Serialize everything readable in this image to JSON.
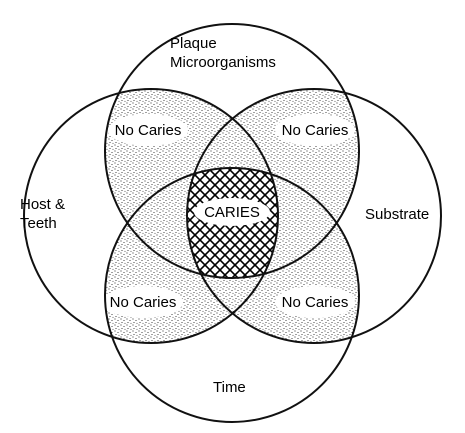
{
  "diagram": {
    "circles": {
      "top": "Plaque\nMicroorganisms",
      "left": "Host &\nTeeth",
      "right": "Substrate",
      "bottom": "Time"
    },
    "overlaps": {
      "top_left": "No Caries",
      "top_right": "No Caries",
      "bottom_left": "No Caries",
      "bottom_right": "No Caries",
      "center": "CARIES"
    }
  },
  "colors": {
    "stroke": "#111111",
    "stipple": "#000000",
    "background": "#ffffff",
    "hatch": "#000000"
  }
}
